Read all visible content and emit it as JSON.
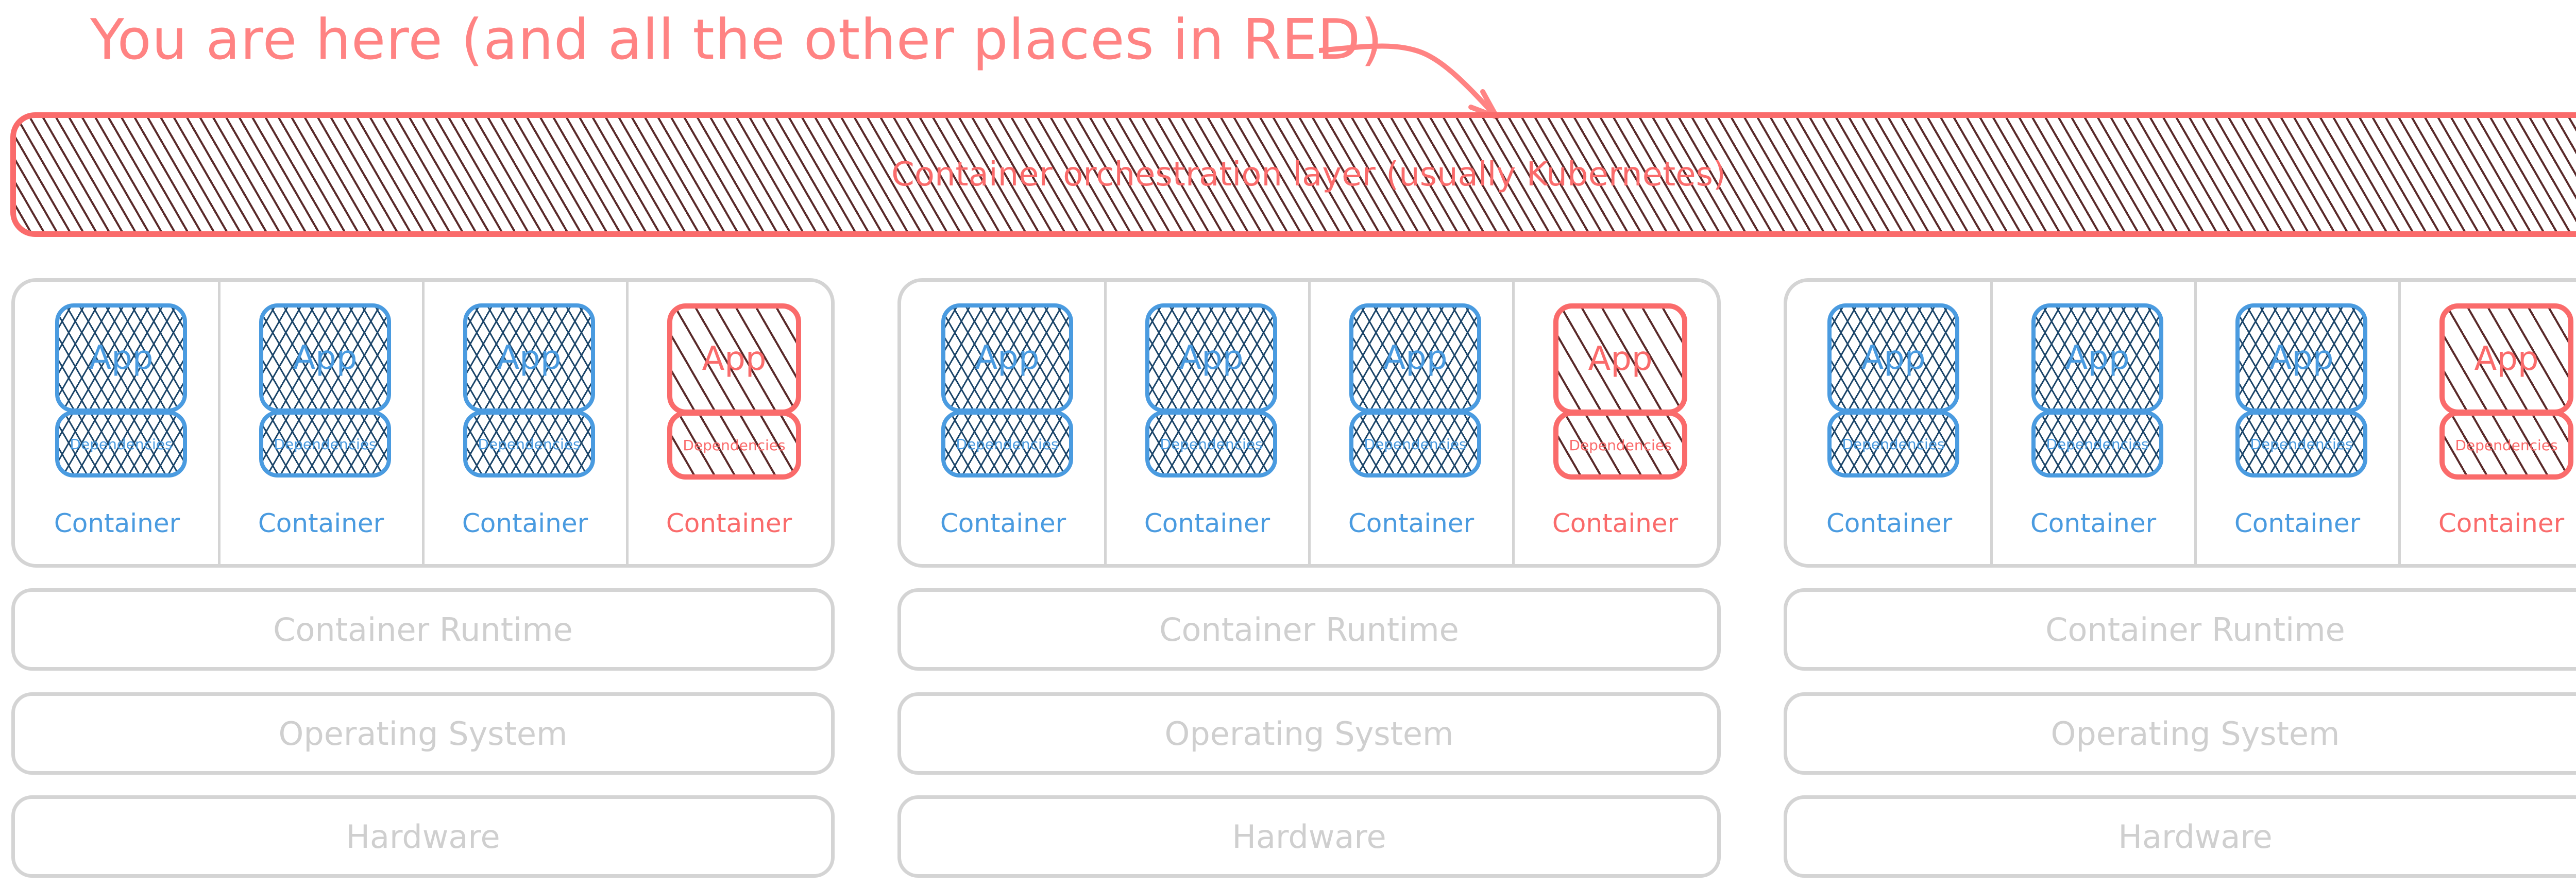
{
  "annotation": {
    "text": "You are here (and all the other places in RED)",
    "color": "#ff8383"
  },
  "orchestration": {
    "label": "Container orchestration layer (usually Kubernetes)",
    "color": "#fa6b6b"
  },
  "colors": {
    "blue": "#4a9be0",
    "blue_hatch": "#1b4569",
    "red": "#fa6b6b",
    "red_hatch": "#5a2a2a",
    "gray": "#d4d4d4"
  },
  "nodes": [
    {
      "containers": [
        {
          "app": "App",
          "deps": "Dependencies",
          "label": "Container",
          "highlight": false
        },
        {
          "app": "App",
          "deps": "Dependencies",
          "label": "Container",
          "highlight": false
        },
        {
          "app": "App",
          "deps": "Dependencies",
          "label": "Container",
          "highlight": false
        },
        {
          "app": "App",
          "deps": "Dependencies",
          "label": "Container",
          "highlight": true
        }
      ],
      "layers": [
        "Container Runtime",
        "Operating System",
        "Hardware"
      ]
    },
    {
      "containers": [
        {
          "app": "App",
          "deps": "Dependencies",
          "label": "Container",
          "highlight": false
        },
        {
          "app": "App",
          "deps": "Dependencies",
          "label": "Container",
          "highlight": false
        },
        {
          "app": "App",
          "deps": "Dependencies",
          "label": "Container",
          "highlight": false
        },
        {
          "app": "App",
          "deps": "Dependencies",
          "label": "Container",
          "highlight": true
        }
      ],
      "layers": [
        "Container Runtime",
        "Operating System",
        "Hardware"
      ]
    },
    {
      "containers": [
        {
          "app": "App",
          "deps": "Dependencies",
          "label": "Container",
          "highlight": false
        },
        {
          "app": "App",
          "deps": "Dependencies",
          "label": "Container",
          "highlight": false
        },
        {
          "app": "App",
          "deps": "Dependencies",
          "label": "Container",
          "highlight": false
        },
        {
          "app": "App",
          "deps": "Dependencies",
          "label": "Container",
          "highlight": true
        }
      ],
      "layers": [
        "Container Runtime",
        "Operating System",
        "Hardware"
      ]
    }
  ]
}
